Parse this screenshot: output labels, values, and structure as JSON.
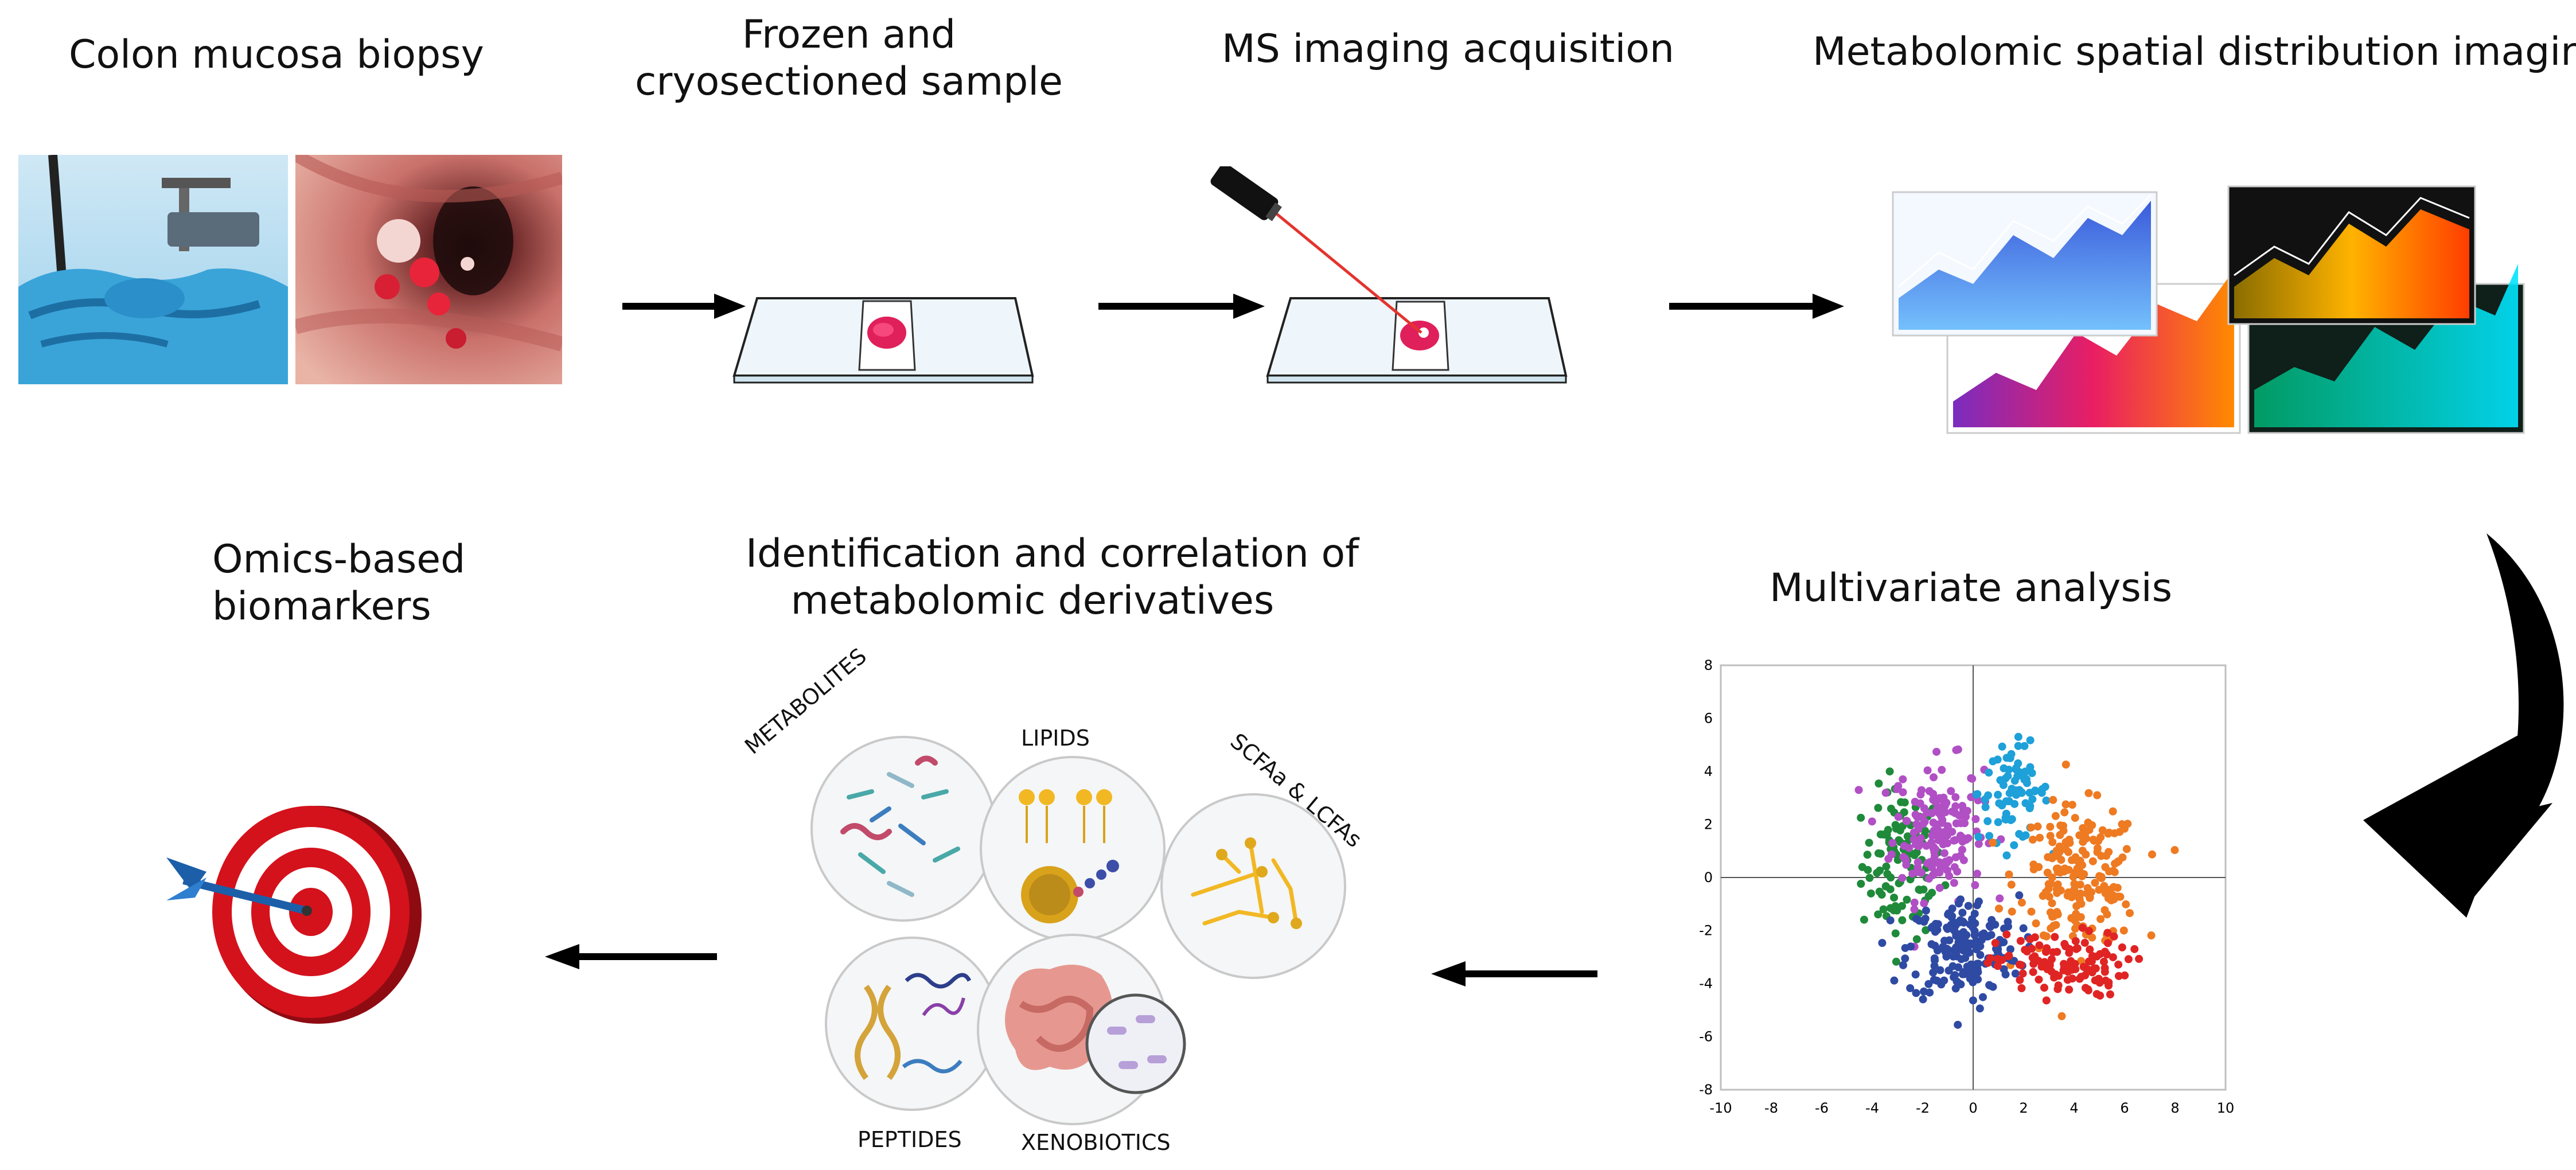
{
  "top_row": {
    "step1": "Colon mucosa biopsy",
    "step2": [
      "Frozen and",
      "cryosectioned sample"
    ],
    "step3": "MS imaging acquisition",
    "step4": "Metabolomic spatial distribution imaging"
  },
  "bottom_row": {
    "multivariate": "Multivariate analysis",
    "identification": [
      "Identification and correlation of",
      "metabolomic derivatives"
    ],
    "biomarkers": [
      "Omics-based",
      "biomarkers"
    ]
  },
  "categories": {
    "metabolites": "METABOLITES",
    "lipids": "LIPIDS",
    "scfa": "SCFAa & LCFAs",
    "peptides": "PEPTIDES",
    "xenobiotics": "XENOBIOTICS"
  },
  "scatter": {
    "x_ticks": [
      "-10",
      "-8",
      "-6",
      "-4",
      "-2",
      "0",
      "2",
      "4",
      "6",
      "8",
      "10"
    ],
    "y_ticks": [
      "8",
      "6",
      "4",
      "2",
      "0",
      "-2",
      "-4",
      "-6",
      "-8"
    ],
    "xlim": [
      -10,
      10
    ],
    "ylim": [
      -8,
      8
    ],
    "clusters": [
      {
        "color": "#1f8a3a",
        "cx": -2.8,
        "cy": 0.5,
        "sx": 0.8,
        "sy": 1.4,
        "n": 110
      },
      {
        "color": "#b14fc5",
        "cx": -1.4,
        "cy": 1.8,
        "sx": 0.9,
        "sy": 1.3,
        "n": 170
      },
      {
        "color": "#1ea0d8",
        "cx": 1.6,
        "cy": 3.2,
        "sx": 0.7,
        "sy": 0.9,
        "n": 80
      },
      {
        "color": "#ee7a22",
        "cx": 4.2,
        "cy": 0.0,
        "sx": 1.2,
        "sy": 1.3,
        "n": 200
      },
      {
        "color": "#2f4aa3",
        "cx": -0.4,
        "cy": -2.7,
        "sx": 1.1,
        "sy": 1.0,
        "n": 190
      },
      {
        "color": "#e02424",
        "cx": 3.5,
        "cy": -3.3,
        "sx": 1.3,
        "sy": 0.6,
        "n": 120
      }
    ]
  },
  "colors": {
    "arrow": "#000000",
    "tissue": "#e0205a",
    "glove": "#3aa4d9",
    "target_red": "#d4121c"
  }
}
